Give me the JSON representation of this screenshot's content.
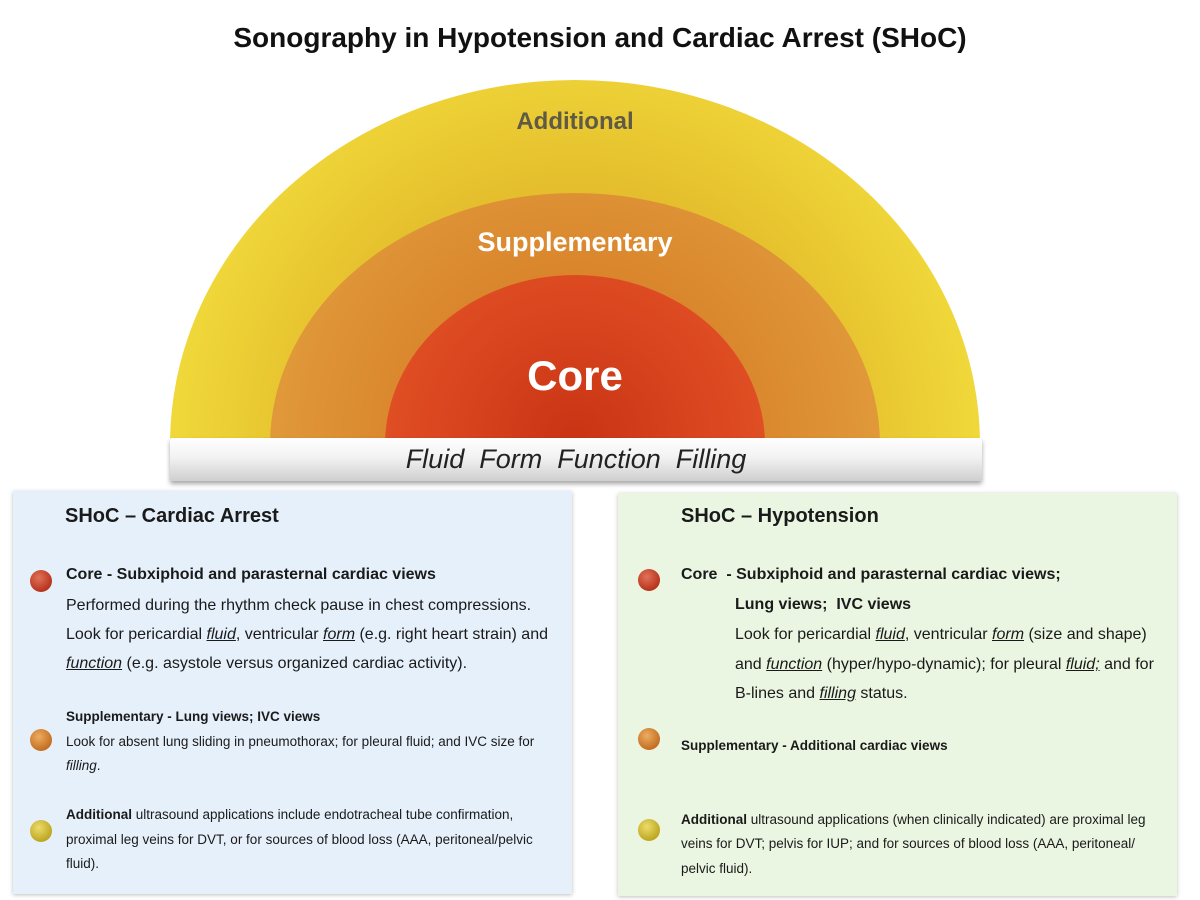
{
  "title": "Sonography in Hypotension and Cardiac Arrest (SHoC)",
  "diagram": {
    "rings": {
      "additional": "Additional",
      "supplementary": "Supplementary",
      "core": "Core"
    },
    "base_text": "Fluid  Form  Function  Filling",
    "colors": {
      "additional": "#e9cc2e",
      "supplementary": "#dd9230",
      "core": "#d84820",
      "dot_core": "#c13d24",
      "dot_supplementary": "#d07a2c",
      "dot_additional": "#cfbc34",
      "left_panel_bg": "#e6f0fb",
      "right_panel_bg": "#eaf5e2"
    }
  },
  "cardiac_arrest": {
    "title": "SHoC – Cardiac Arrest",
    "core_heading": "Core - Subxiphoid and parasternal cardiac views",
    "core_line1": "Performed during the rhythm check pause in chest compressions.",
    "core_line2_a": "Look for pericardial ",
    "core_line2_fluid": "fluid",
    "core_line2_b": ", ventricular ",
    "core_line2_form": "form",
    "core_line2_c": " (e.g. right heart strain) and",
    "core_line3_function": "function",
    "core_line3_b": " (e.g. asystole versus organized cardiac activity).",
    "supp_heading": "Supplementary - Lung views; IVC views",
    "supp_line1": "Look for absent lung sliding in pneumothorax; for pleural fluid; and IVC size for",
    "supp_line2_filling": "filling",
    "supp_line2_end": ".",
    "add_heading": "Additional",
    "add_line1_rest": " ultrasound applications include endotracheal tube confirmation,",
    "add_line2": "proximal leg veins for DVT, or for sources of blood loss (AAA, peritoneal/pelvic",
    "add_line3": "fluid)."
  },
  "hypotension": {
    "title": "SHoC – Hypotension",
    "core_heading": "Core  - Subxiphoid and parasternal cardiac views;",
    "core_heading2": "Lung views;  IVC views",
    "core_line1_a": "Look for pericardial ",
    "core_line1_fluid": "fluid",
    "core_line1_b": ", ventricular ",
    "core_line1_form": "form",
    "core_line1_c": " (size and shape)",
    "core_line2_a": "and ",
    "core_line2_function": "function",
    "core_line2_b": " (hyper/hypo-dynamic); for pleural ",
    "core_line2_fluid": "fluid;",
    "core_line2_c": " and for",
    "core_line3_a": "B-lines and ",
    "core_line3_filling": "filling",
    "core_line3_b": " status.",
    "supp_heading": "Supplementary - Additional cardiac views",
    "add_heading": "Additional",
    "add_line1_rest": " ultrasound applications (when clinically indicated) are proximal leg",
    "add_line2": "veins for DVT; pelvis for IUP; and for sources of blood loss (AAA, peritoneal/",
    "add_line3": "pelvic fluid)."
  }
}
